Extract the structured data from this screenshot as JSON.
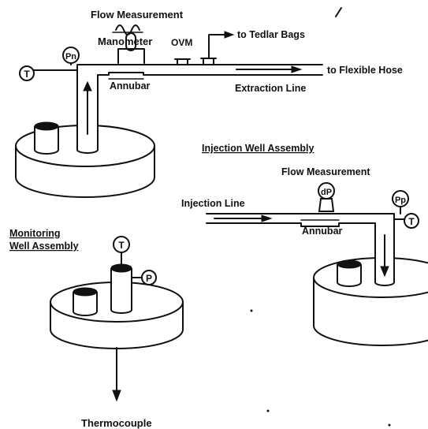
{
  "extraction": {
    "flow_measurement": "Flow Measurement",
    "manometer": "Manometer",
    "ovm": "OVM",
    "tedlar_bags": "to Tedlar Bags",
    "flexible_hose": "to Flexible Hose",
    "annubar": "Annubar",
    "extraction_line": "Extraction Line",
    "gauge_pn": "Pn",
    "gauge_t": "T"
  },
  "injection": {
    "title": "Injection Well Assembly",
    "flow_measurement": "Flow Measurement",
    "gauge_dp": "dP",
    "injection_line": "Injection Line",
    "gauge_pp": "Pp",
    "gauge_t": "T",
    "annubar": "Annubar"
  },
  "monitoring": {
    "title_line1": "Monitoring",
    "title_line2": "Well Assembly",
    "gauge_t": "T",
    "gauge_p": "P",
    "thermocouple": "Thermocouple"
  }
}
